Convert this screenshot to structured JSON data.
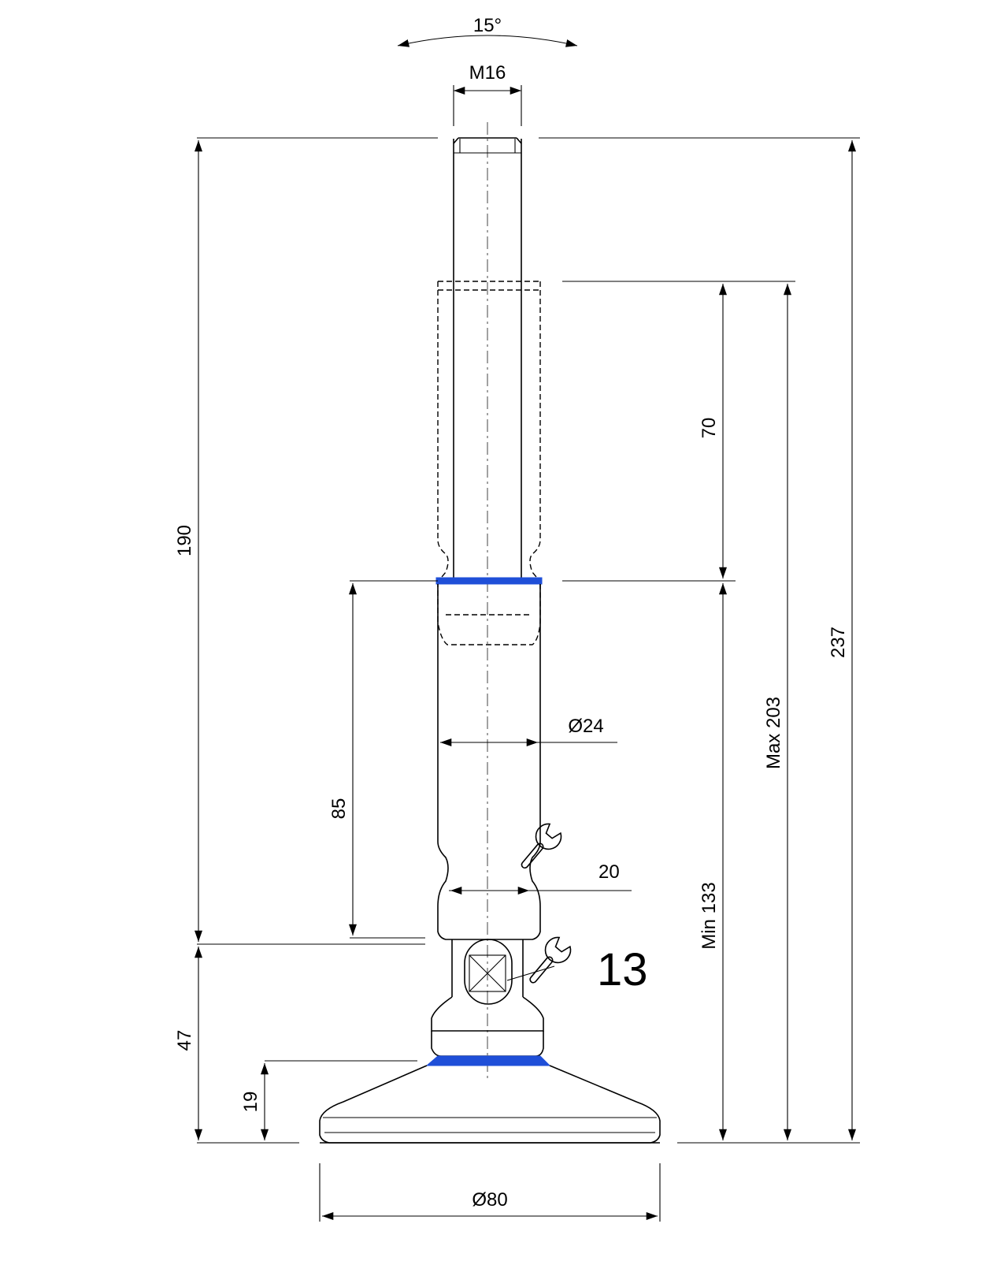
{
  "drawing": {
    "dimensions": {
      "angle": "15°",
      "thread": "M16",
      "stroke_70": "70",
      "height_190": "190",
      "total_237": "237",
      "max_height": "Max 203",
      "min_height": "Min 133",
      "height_85": "85",
      "shaft_diameter": "Ø24",
      "wrench_20": "20",
      "wrench_13": "13",
      "base_height_47": "47",
      "pad_height_19": "19",
      "base_diameter": "Ø80"
    },
    "colors": {
      "accent": "#1f4fd8",
      "line": "#000000",
      "background": "#ffffff"
    },
    "icons": {
      "wrench_large": "wrench-icon",
      "wrench_small": "wrench-icon"
    }
  }
}
